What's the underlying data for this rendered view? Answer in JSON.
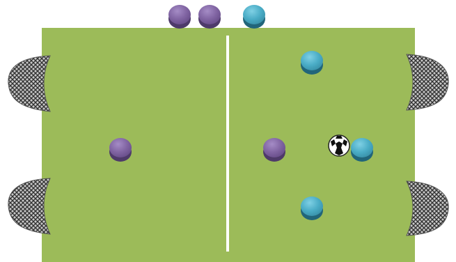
{
  "colors": {
    "background": "#ffffff",
    "pitch": "#9cbb59",
    "center_line": "#ffffff",
    "team_purple": "#8064a2",
    "team_purple_dark": "#4e3a6a",
    "team_blue": "#4aacc6",
    "team_blue_dark": "#21657a",
    "net_fill": "#c9c9c9",
    "net_mesh": "#333333"
  },
  "bench": {
    "purple_count": 2,
    "blue_count": 1
  },
  "goals": {
    "left_count": 2,
    "right_count": 2,
    "icon": "net-mesh-icon"
  },
  "field": {
    "purple_players": 2,
    "blue_players": 3,
    "ball_icon": "soccer-ball-icon"
  }
}
